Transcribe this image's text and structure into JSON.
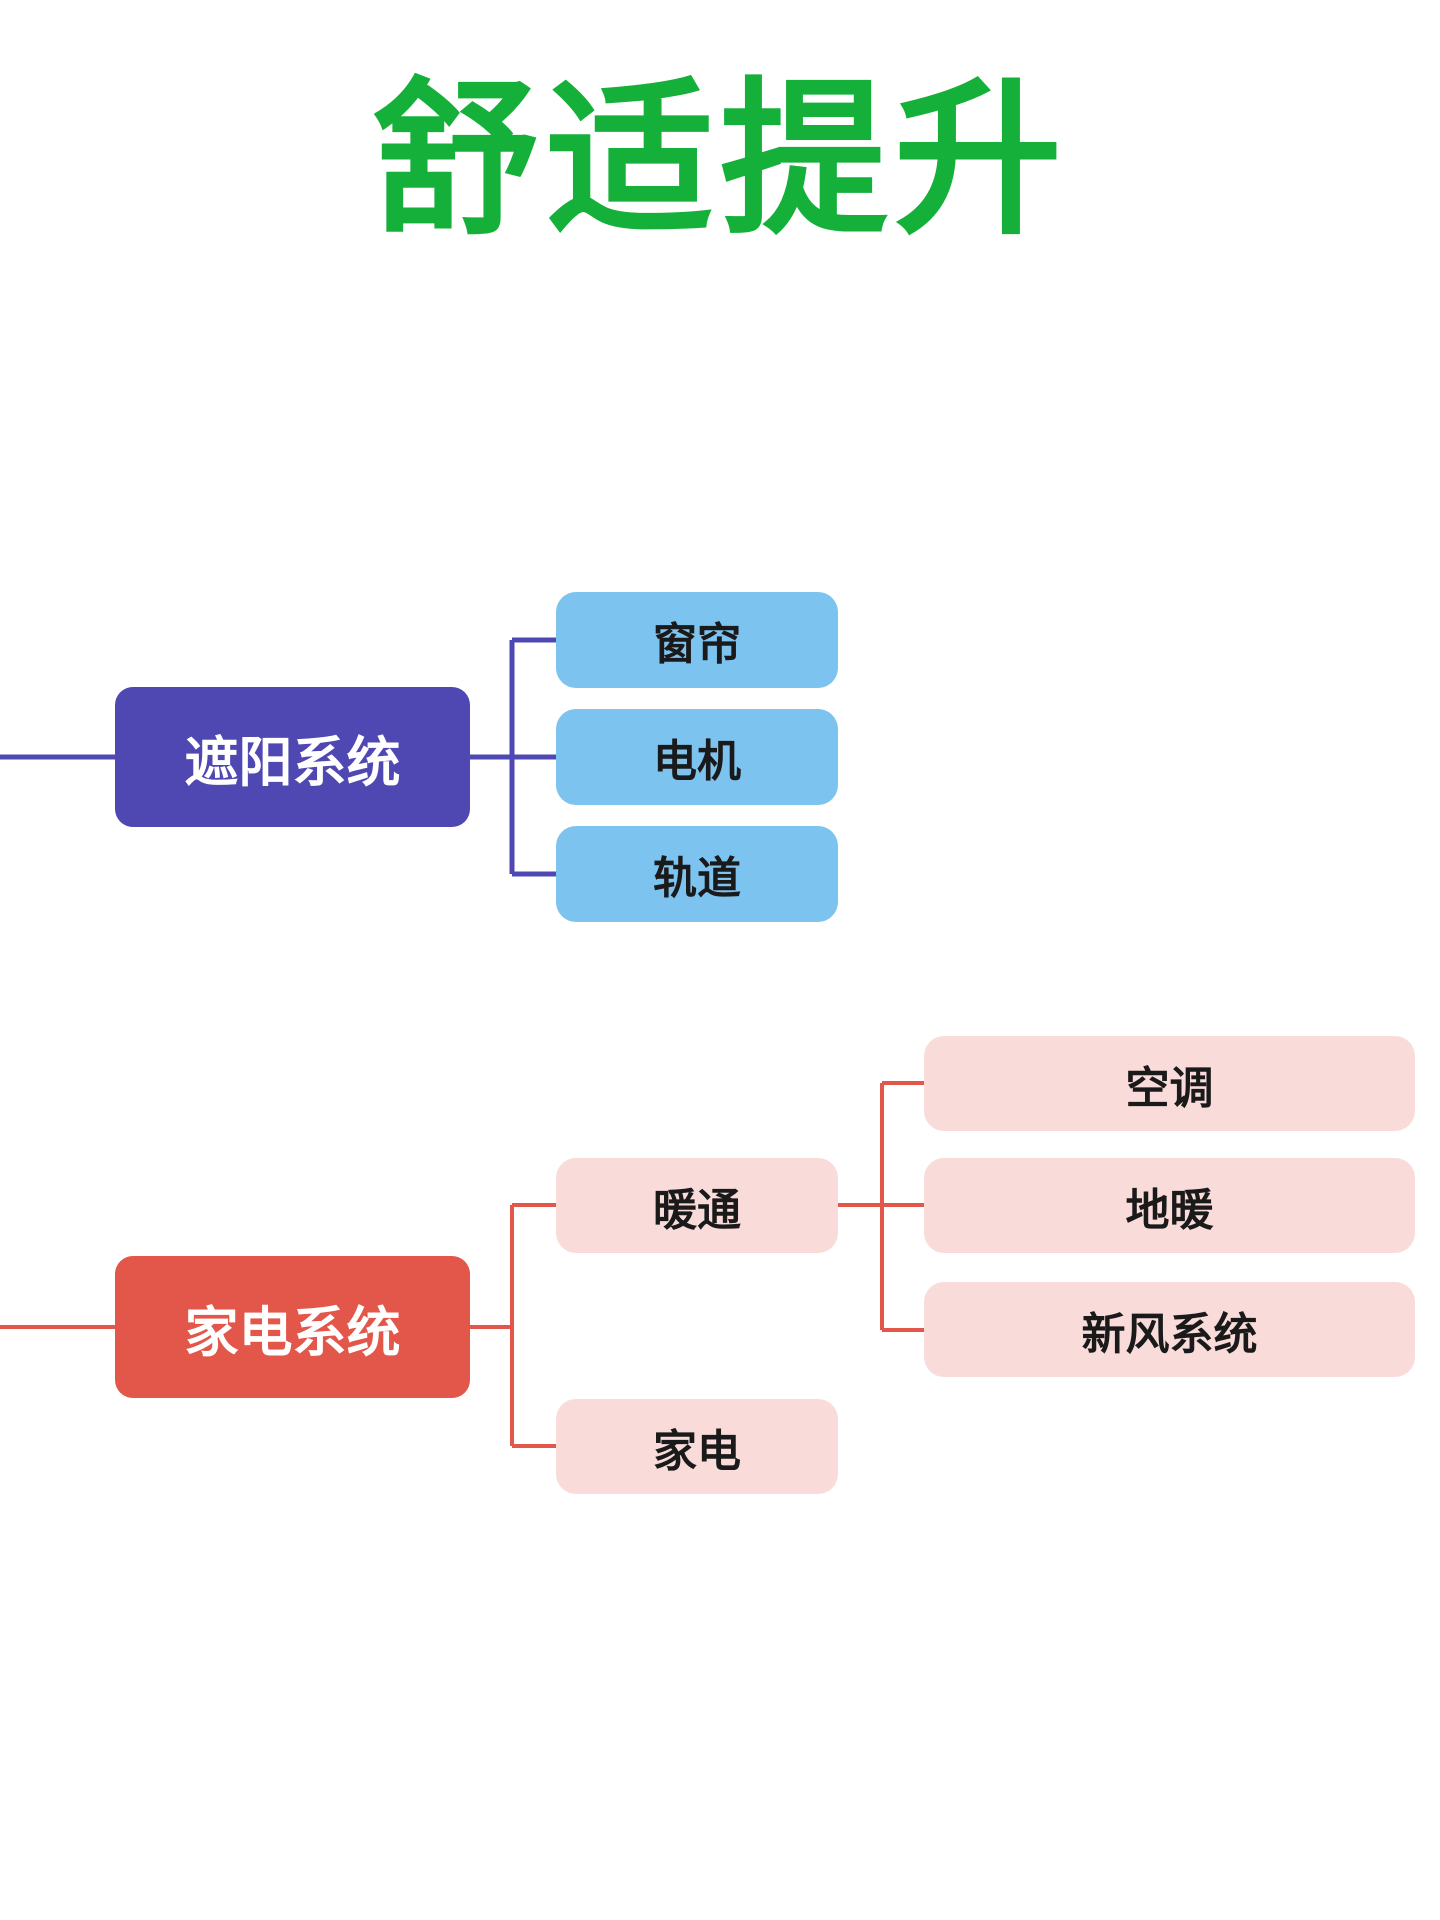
{
  "title": "舒适提升",
  "colors": {
    "title": "#15b03a",
    "shade_root": "#4f48b2",
    "shade_line": "#4f48b2",
    "shade_child": "#7dc3f0",
    "appliance_root": "#e3574b",
    "appliance_line": "#e3574b",
    "appliance_child": "#f9dcda"
  },
  "shade_system": {
    "label": "遮阳系统",
    "children": [
      "窗帘",
      "电机",
      "轨道"
    ]
  },
  "appliance_system": {
    "label": "家电系统",
    "hvac": {
      "label": "暖通",
      "children": [
        "空调",
        "地暖",
        "新风系统"
      ]
    },
    "appliances": {
      "label": "家电"
    }
  }
}
